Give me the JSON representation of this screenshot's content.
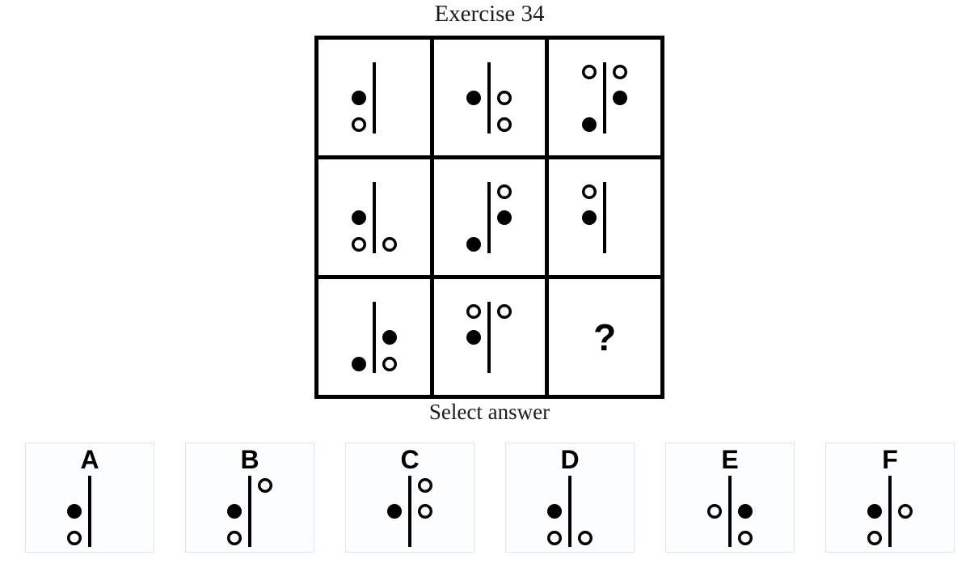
{
  "title": "Exercise 34",
  "select_label": "Select answer",
  "question_mark": "?",
  "colors": {
    "ink": "#000000",
    "option_box_border": "#dde6ee",
    "option_box_bg": "#fcfdfe"
  },
  "grid": {
    "rows": [
      [
        {
          "name": "row1-col1",
          "circles": [
            {
              "side": "left",
              "slot": "middle",
              "filled": true
            },
            {
              "side": "left",
              "slot": "bottom",
              "filled": false
            }
          ]
        },
        {
          "name": "row1-col2",
          "circles": [
            {
              "side": "left",
              "slot": "middle",
              "filled": true
            },
            {
              "side": "right",
              "slot": "middle",
              "filled": false
            },
            {
              "side": "right",
              "slot": "bottom",
              "filled": false
            }
          ]
        },
        {
          "name": "row1-col3",
          "circles": [
            {
              "side": "left",
              "slot": "top",
              "filled": false
            },
            {
              "side": "right",
              "slot": "top",
              "filled": false
            },
            {
              "side": "right",
              "slot": "middle",
              "filled": true
            },
            {
              "side": "left",
              "slot": "bottom",
              "filled": true
            }
          ]
        }
      ],
      [
        {
          "name": "row2-col1",
          "circles": [
            {
              "side": "left",
              "slot": "middle",
              "filled": true
            },
            {
              "side": "left",
              "slot": "bottom",
              "filled": false
            },
            {
              "side": "right",
              "slot": "bottom",
              "filled": false
            }
          ]
        },
        {
          "name": "row2-col2",
          "circles": [
            {
              "side": "right",
              "slot": "top",
              "filled": false
            },
            {
              "side": "right",
              "slot": "middle",
              "filled": true
            },
            {
              "side": "left",
              "slot": "bottom",
              "filled": true
            }
          ]
        },
        {
          "name": "row2-col3",
          "circles": [
            {
              "side": "left",
              "slot": "top",
              "filled": false
            },
            {
              "side": "left",
              "slot": "middle",
              "filled": true
            }
          ]
        }
      ],
      [
        {
          "name": "row3-col1",
          "circles": [
            {
              "side": "right",
              "slot": "middle",
              "filled": true
            },
            {
              "side": "left",
              "slot": "bottom",
              "filled": true
            },
            {
              "side": "right",
              "slot": "bottom",
              "filled": false
            }
          ]
        },
        {
          "name": "row3-col2",
          "circles": [
            {
              "side": "left",
              "slot": "top",
              "filled": false
            },
            {
              "side": "right",
              "slot": "top",
              "filled": false
            },
            {
              "side": "left",
              "slot": "middle",
              "filled": true
            }
          ]
        },
        {
          "name": "row3-col3",
          "question": true
        }
      ]
    ]
  },
  "options": [
    {
      "label": "A",
      "circles": [
        {
          "side": "left",
          "slot": "middle",
          "filled": true
        },
        {
          "side": "left",
          "slot": "bottom",
          "filled": false
        }
      ]
    },
    {
      "label": "B",
      "circles": [
        {
          "side": "left",
          "slot": "middle",
          "filled": true
        },
        {
          "side": "left",
          "slot": "bottom",
          "filled": false
        },
        {
          "side": "right",
          "slot": "top",
          "filled": false
        }
      ]
    },
    {
      "label": "C",
      "circles": [
        {
          "side": "left",
          "slot": "middle",
          "filled": true
        },
        {
          "side": "right",
          "slot": "top",
          "filled": false
        },
        {
          "side": "right",
          "slot": "middle",
          "filled": false
        }
      ]
    },
    {
      "label": "D",
      "circles": [
        {
          "side": "left",
          "slot": "middle",
          "filled": true
        },
        {
          "side": "left",
          "slot": "bottom",
          "filled": false
        },
        {
          "side": "right",
          "slot": "bottom",
          "filled": false
        }
      ]
    },
    {
      "label": "E",
      "circles": [
        {
          "side": "left",
          "slot": "middle",
          "filled": false
        },
        {
          "side": "right",
          "slot": "middle",
          "filled": true
        },
        {
          "side": "right",
          "slot": "bottom",
          "filled": false
        }
      ]
    },
    {
      "label": "F",
      "circles": [
        {
          "side": "left",
          "slot": "middle",
          "filled": true
        },
        {
          "side": "left",
          "slot": "bottom",
          "filled": false
        },
        {
          "side": "right",
          "slot": "middle",
          "filled": false
        }
      ]
    }
  ]
}
